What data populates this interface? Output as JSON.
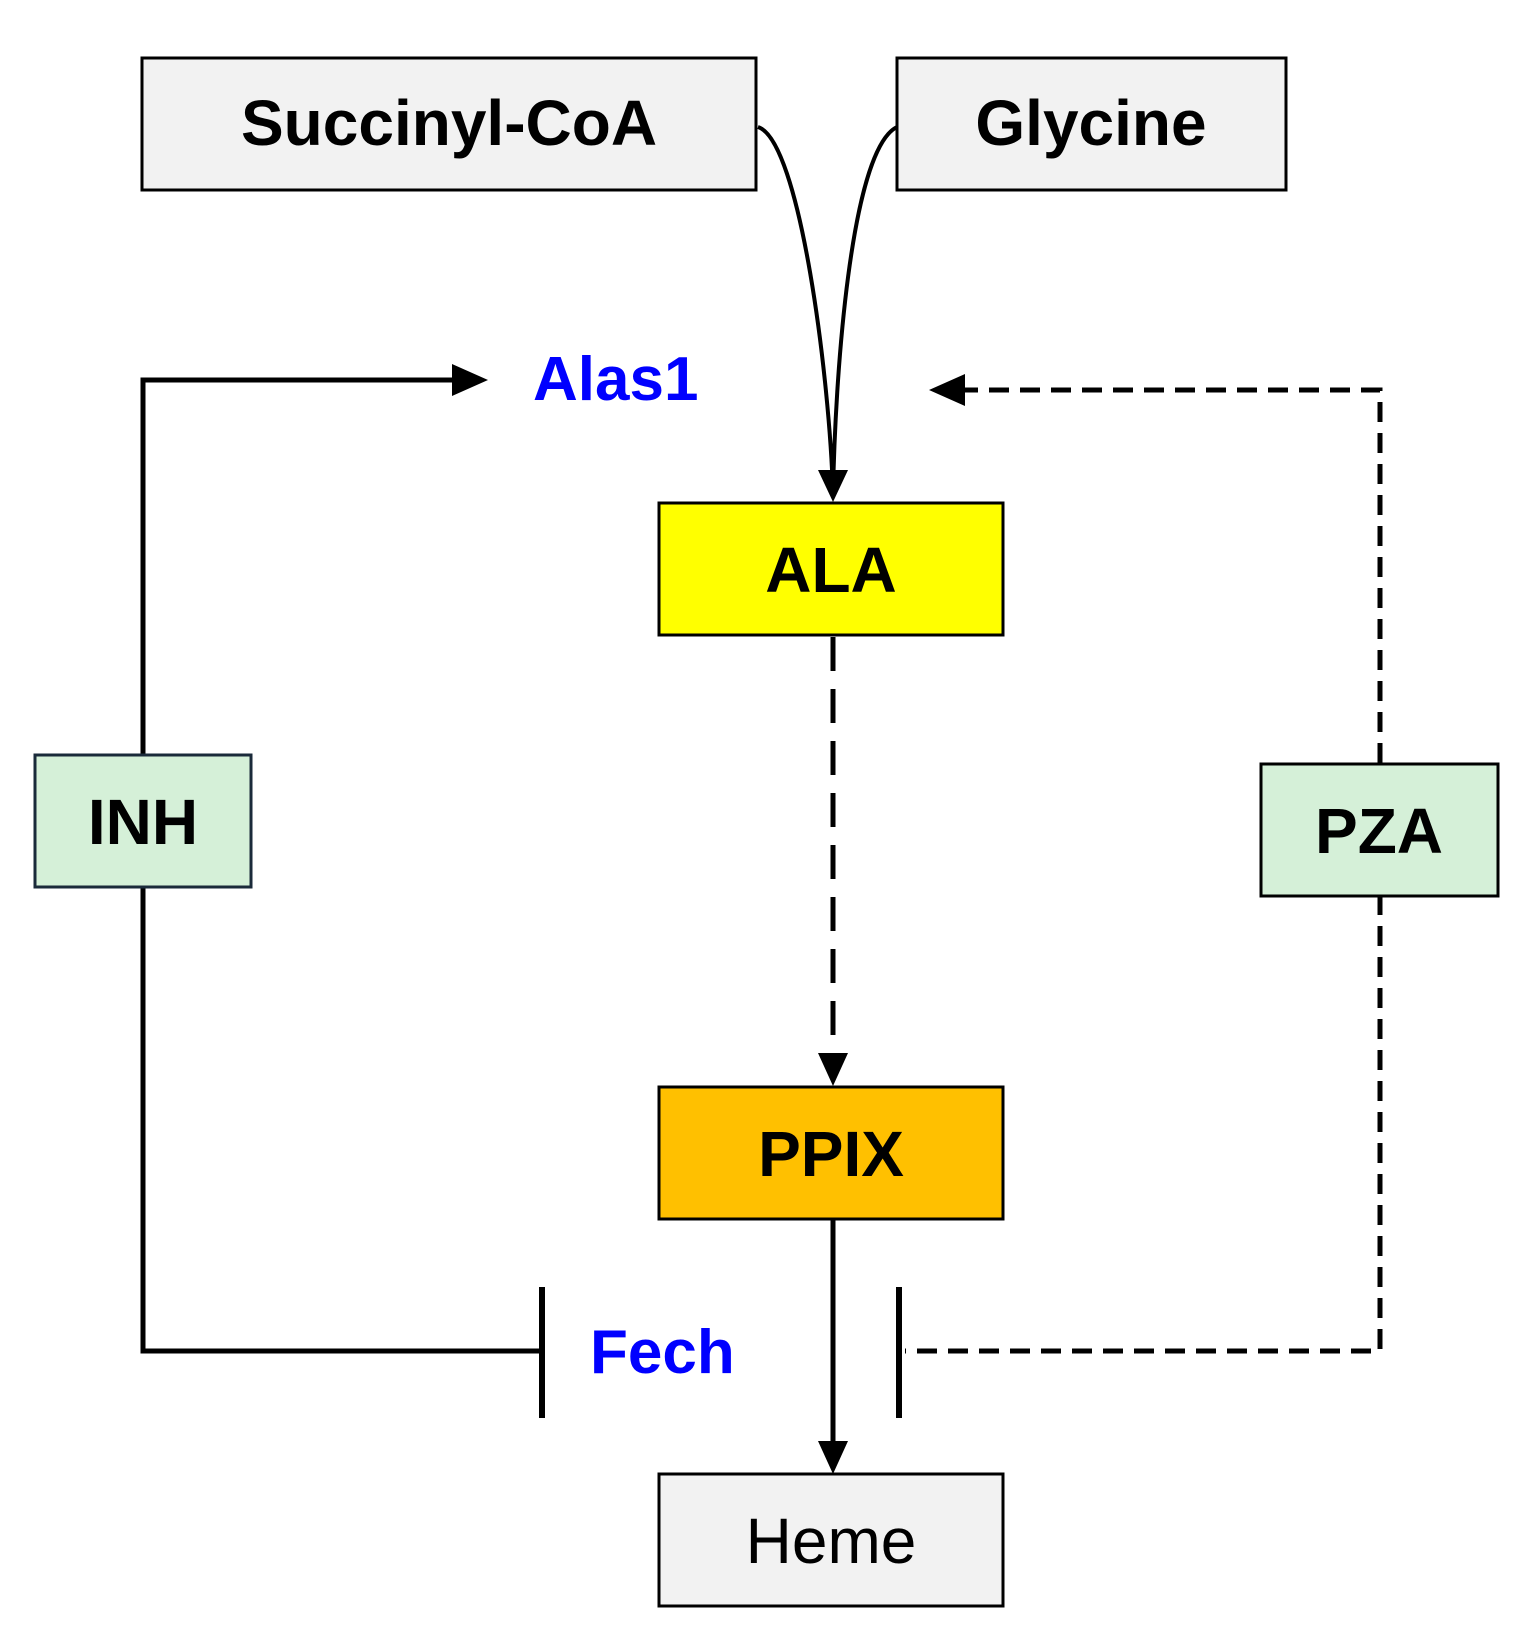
{
  "nodes": {
    "succinyl_coa": {
      "label": "Succinyl-CoA"
    },
    "glycine": {
      "label": "Glycine"
    },
    "ala": {
      "label": "ALA"
    },
    "ppix": {
      "label": "PPIX"
    },
    "heme": {
      "label": "Heme"
    },
    "inh": {
      "label": "INH"
    },
    "pza": {
      "label": "PZA"
    }
  },
  "enzymes": {
    "alas1": {
      "label": "Alas1"
    },
    "fech": {
      "label": "Fech"
    }
  },
  "colors": {
    "substrate_fill": "#f2f2f2",
    "ala_fill": "#ffff00",
    "ppix_fill": "#ffc000",
    "drug_fill": "#d5f0d8",
    "enzyme_text": "#0000ff",
    "line": "#000000"
  },
  "relations": [
    {
      "from": "succinyl_coa",
      "to": "ala",
      "type": "conversion"
    },
    {
      "from": "glycine",
      "to": "ala",
      "type": "conversion"
    },
    {
      "from": "ala",
      "to": "ppix",
      "type": "multi-step"
    },
    {
      "from": "ppix",
      "to": "heme",
      "type": "conversion",
      "enzyme": "fech"
    },
    {
      "from": "inh",
      "to": "alas1",
      "type": "activation"
    },
    {
      "from": "inh",
      "to": "fech",
      "type": "inhibition"
    },
    {
      "from": "pza",
      "to": "alas1",
      "type": "activation-putative"
    },
    {
      "from": "pza",
      "to": "fech",
      "type": "inhibition-putative"
    }
  ]
}
